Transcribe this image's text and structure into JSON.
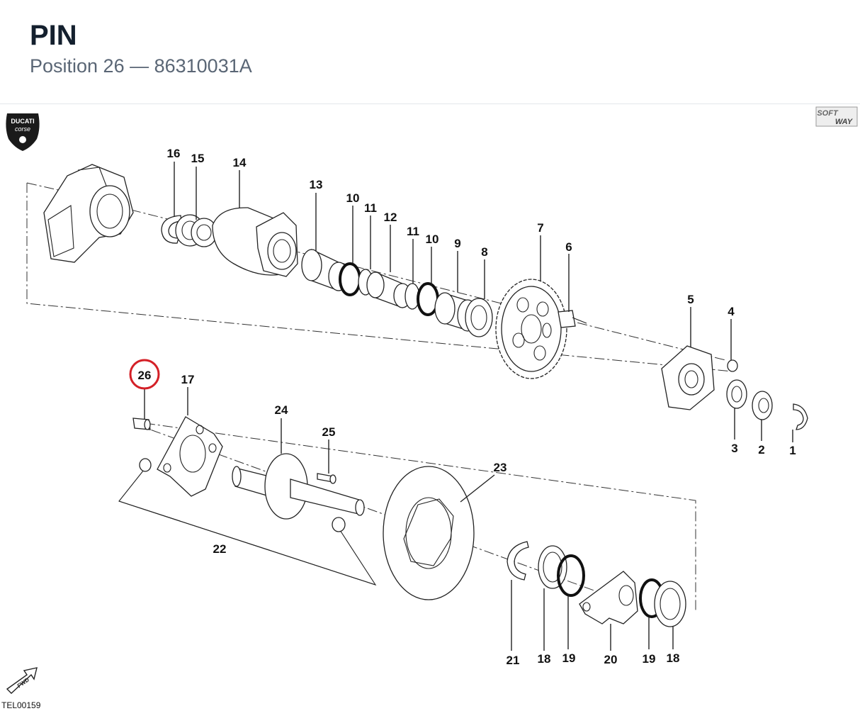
{
  "header": {
    "title": "PIN",
    "subtitle": "Position 26 — 86310031A"
  },
  "logos": {
    "brand_top": "DUCATI",
    "brand_bottom": "corse",
    "softway_top": "SOFT",
    "softway_bottom": "WAY",
    "fwd": "FWD"
  },
  "drawing_ref": "TEL00159",
  "highlighted_position": "26",
  "highlight_color": "#d42027",
  "callouts": {
    "c1": "1",
    "c2": "2",
    "c3": "3",
    "c4": "4",
    "c5": "5",
    "c6": "6",
    "c7": "7",
    "c8": "8",
    "c9": "9",
    "c10a": "10",
    "c10b": "10",
    "c11a": "11",
    "c11b": "11",
    "c12": "12",
    "c13": "13",
    "c14": "14",
    "c15": "15",
    "c16": "16",
    "c17": "17",
    "c18a": "18",
    "c18b": "18",
    "c19a": "19",
    "c19b": "19",
    "c20": "20",
    "c21": "21",
    "c22": "22",
    "c23": "23",
    "c24": "24",
    "c25": "25",
    "c26": "26"
  }
}
